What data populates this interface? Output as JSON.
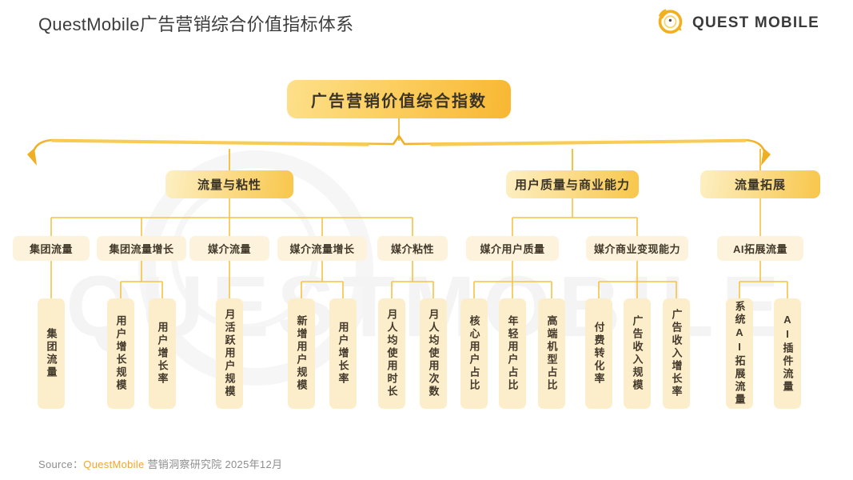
{
  "header": {
    "title": "QuestMobile广告营销综合价值指标体系",
    "logo_text": "QUEST MOBILE",
    "logo_icon": "quest-mobile-logo-icon"
  },
  "colors": {
    "accent": "#f8b732",
    "accent_light": "#fde08a",
    "node_l3_bg": "#fdf3dc",
    "leaf_bg": "#fdeecb",
    "connector": "#f5c344",
    "title_text": "#3c3c3c",
    "footer_text": "#8d8d8d",
    "brand_orange": "#f4a62a"
  },
  "root": {
    "label": "广告营销价值综合指数"
  },
  "level2": [
    {
      "label": "流量与粘性"
    },
    {
      "label": "用户质量与商业能力"
    },
    {
      "label": "流量拓展"
    }
  ],
  "level3": [
    {
      "label": "集团流量"
    },
    {
      "label": "集团流量增长"
    },
    {
      "label": "媒介流量"
    },
    {
      "label": "媒介流量增长"
    },
    {
      "label": "媒介粘性"
    },
    {
      "label": "媒介用户质量"
    },
    {
      "label": "媒介商业变现能力"
    },
    {
      "label": "AI拓展流量"
    }
  ],
  "leaves": [
    {
      "label": "集团流量"
    },
    {
      "label": "用户增长规模"
    },
    {
      "label": "用户增长率"
    },
    {
      "label": "月活跃用户规模"
    },
    {
      "label": "新增用户规模"
    },
    {
      "label": "用户增长率"
    },
    {
      "label": "月人均使用时长"
    },
    {
      "label": "月人均使用次数"
    },
    {
      "label": "核心用户占比"
    },
    {
      "label": "年轻用户占比"
    },
    {
      "label": "高端机型占比"
    },
    {
      "label": "付费转化率"
    },
    {
      "label": "广告收入规模"
    },
    {
      "label": "广告收入增长率"
    },
    {
      "label": "系统AI拓展流量"
    },
    {
      "label": "AI插件流量"
    }
  ],
  "watermark": {
    "text": "QUESTMOBILE"
  },
  "footer": {
    "source_label": "Source：",
    "brand": "QuestMobile",
    "rest": " 营销洞察研究院 2025年12月"
  }
}
